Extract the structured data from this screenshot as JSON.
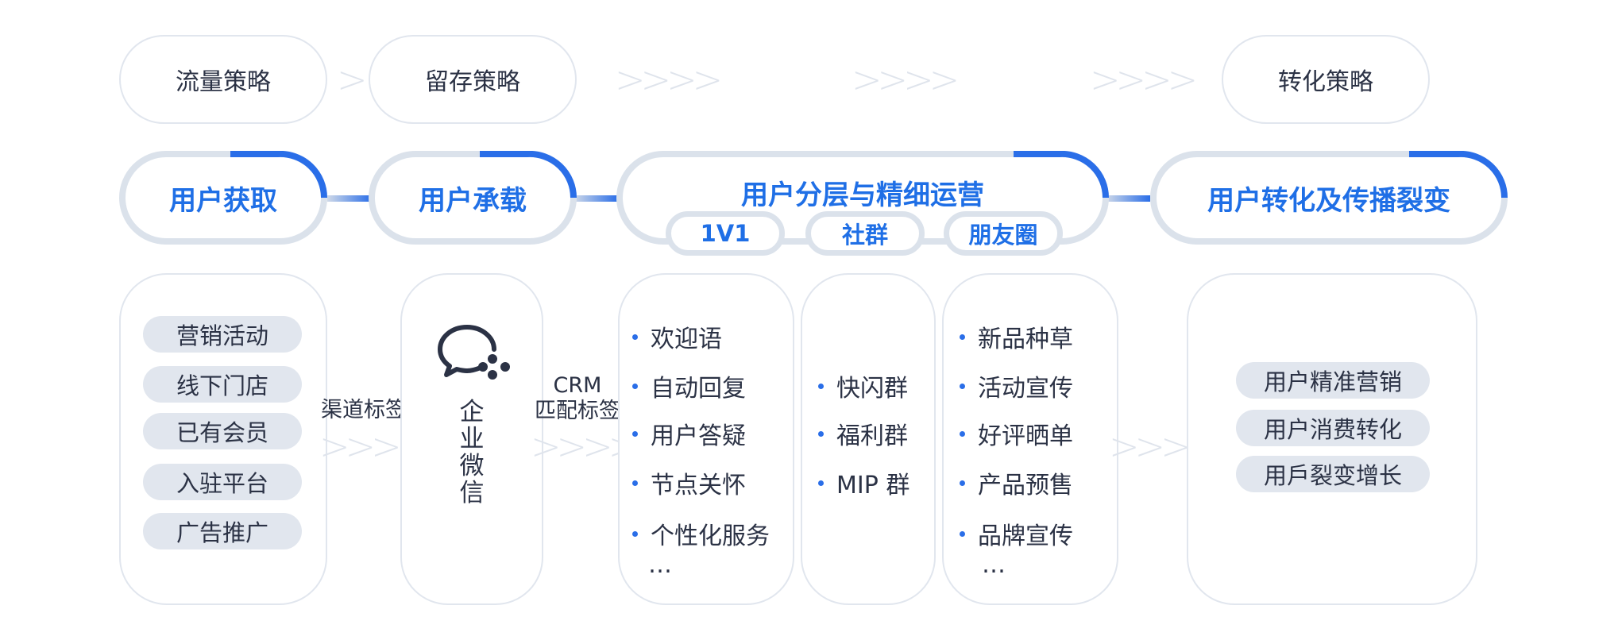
{
  "strategies": [
    "流量策略",
    "留存策略",
    "转化策略"
  ],
  "phases": {
    "acquire": "用户获取",
    "carry": "用户承载",
    "operate": "用户分层与精细运营",
    "convert": "用户转化及传播裂变"
  },
  "operate_tabs": [
    "1V1",
    "社群",
    "朋友圈"
  ],
  "channels": [
    "营销活动",
    "线下门店",
    "已有会员",
    "入驻平台",
    "广告推广"
  ],
  "channel_label": "渠道标签",
  "wecom": [
    "企",
    "业",
    "微",
    "信"
  ],
  "crm_label": [
    "CRM",
    "匹配标签"
  ],
  "one_v_one_items": [
    "欢迎语",
    "自动回复",
    "用户答疑",
    "节点关怀",
    "个性化服务"
  ],
  "group_items": [
    "快闪群",
    "福利群",
    "MIP 群"
  ],
  "moments_items": [
    "新品种草",
    "活动宣传",
    "好评晒单",
    "产品预售",
    "品牌宣传"
  ],
  "ellipsis": "…",
  "conversion_tags": [
    "用户精准营销",
    "用户消费转化",
    "用戶裂变增长"
  ],
  "colors": {
    "accent": "#2a6ee8",
    "border": "#dbe2eb",
    "tag_bg": "#e1e6ee",
    "text": "#2b3245"
  }
}
